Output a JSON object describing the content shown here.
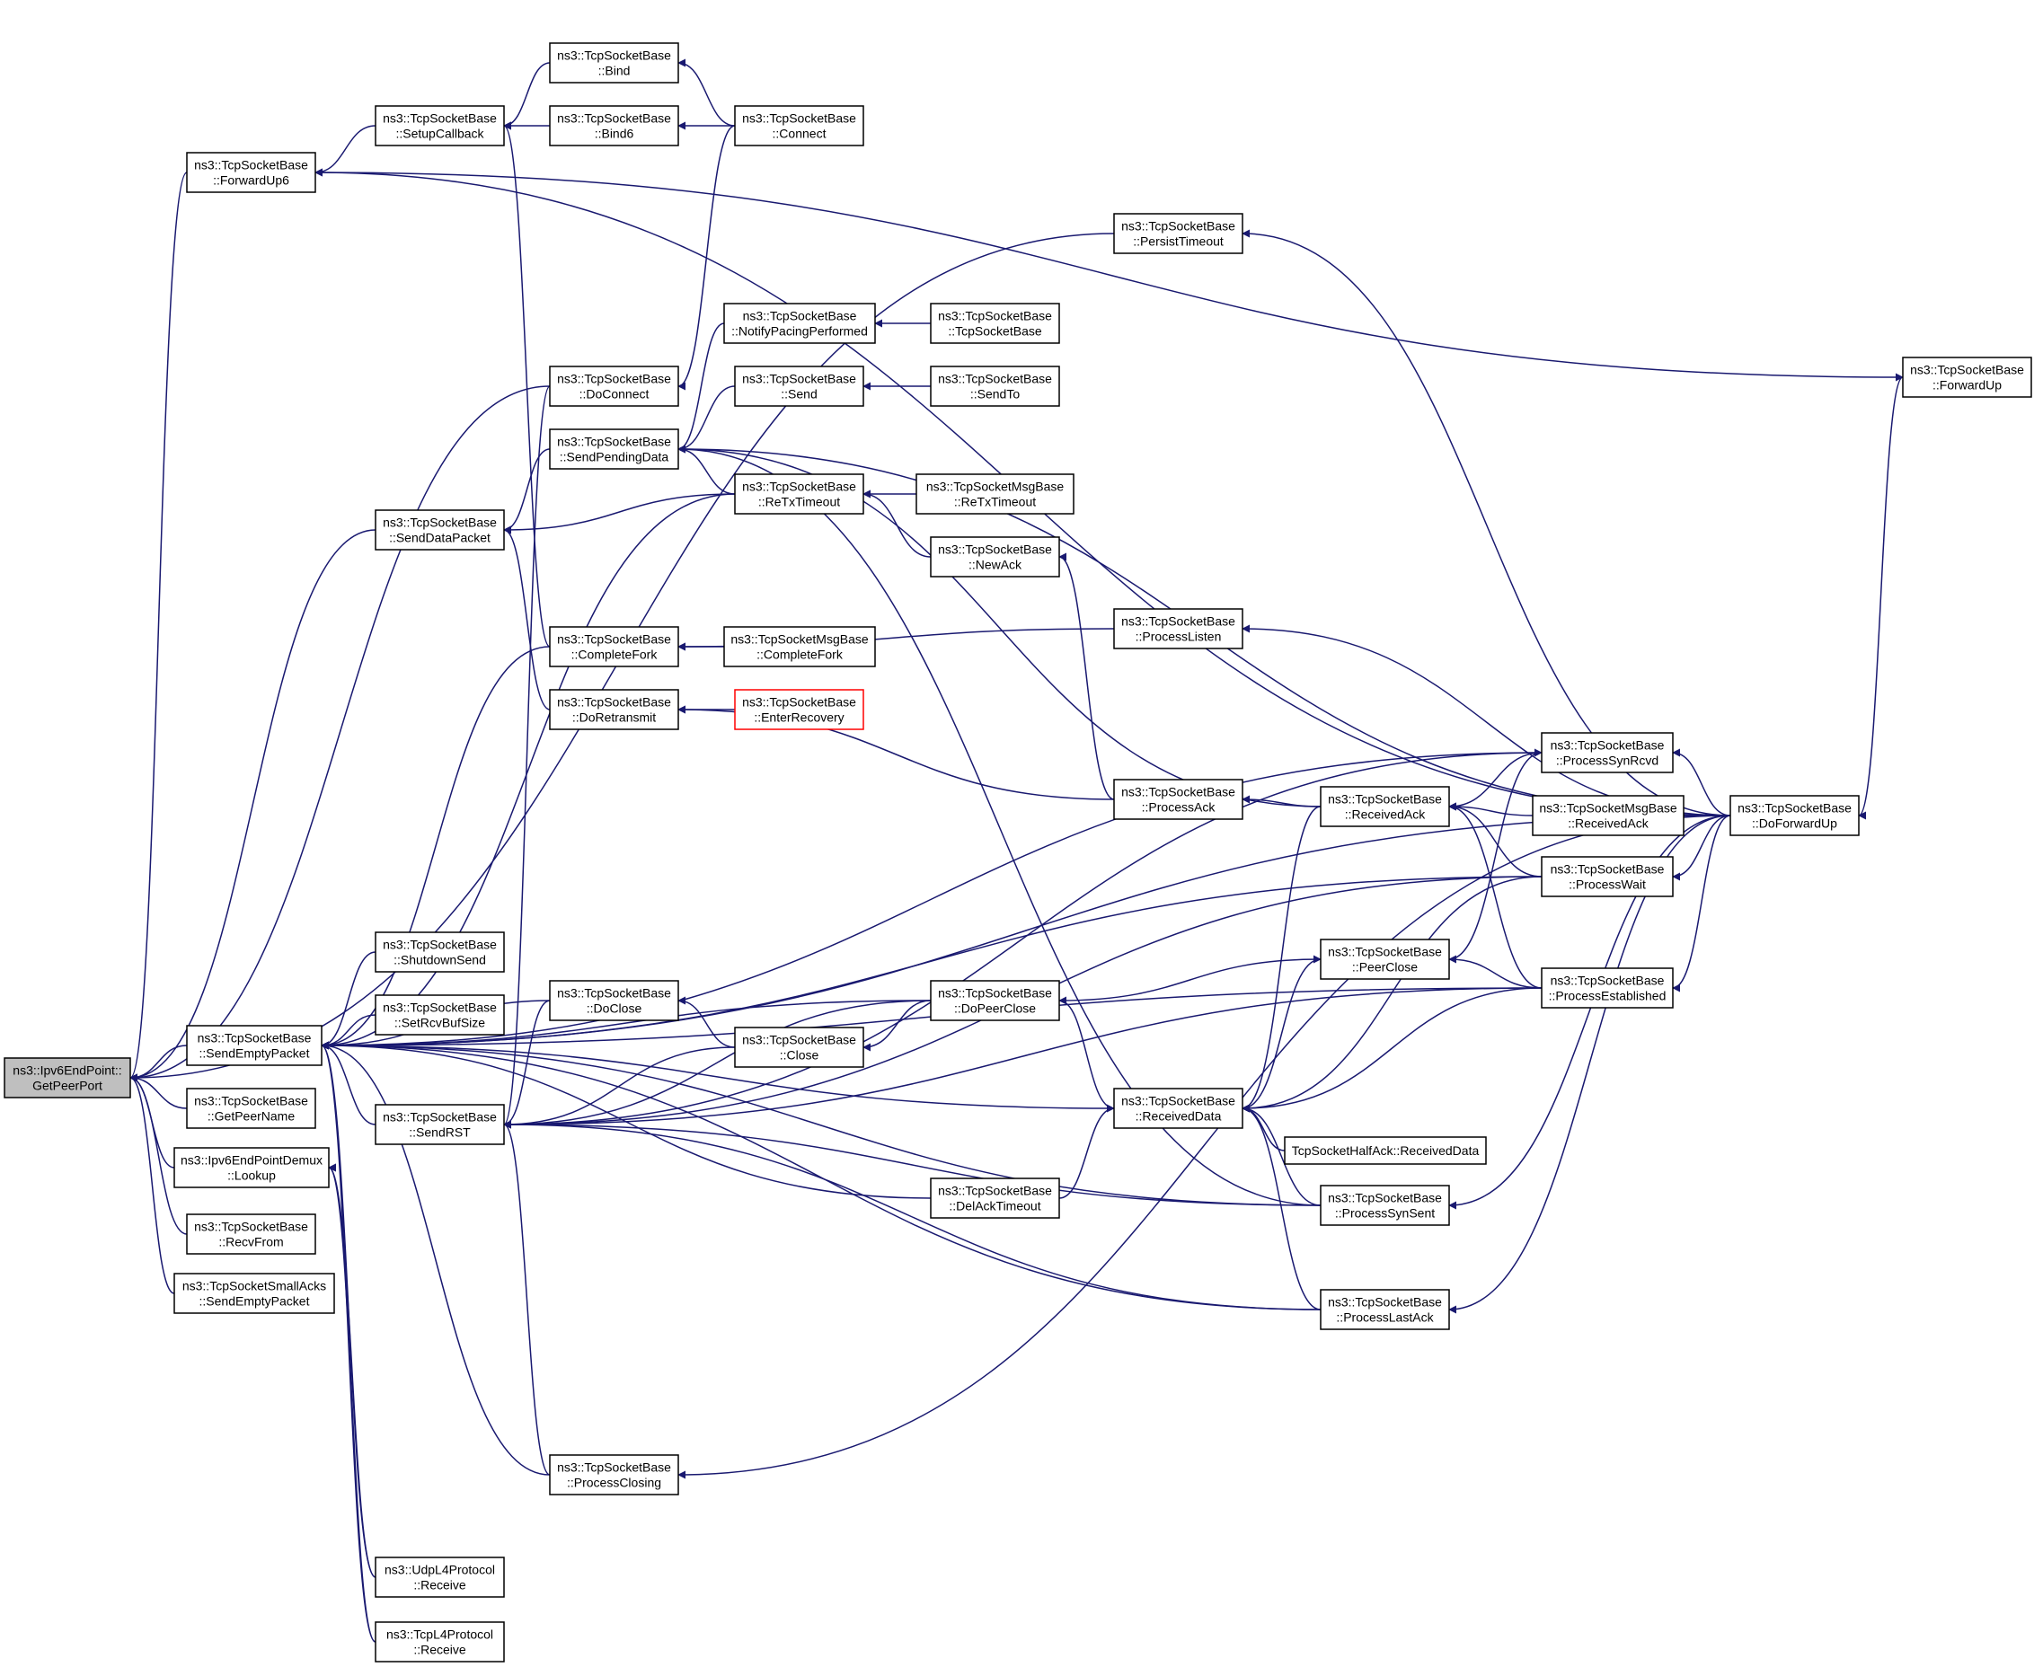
{
  "colors": {
    "edge": "#191970",
    "node_border": "#000000",
    "root_fill": "#bfbfbf",
    "highlight_border": "#ff0000",
    "background": "#ffffff"
  },
  "nodes": [
    {
      "id": "root",
      "lines": [
        "ns3::Ipv6EndPoint::",
        "GetPeerPort"
      ],
      "style": "root"
    },
    {
      "id": "fwdup6",
      "lines": [
        "ns3::TcpSocketBase",
        "::ForwardUp6"
      ]
    },
    {
      "id": "setupcb",
      "lines": [
        "ns3::TcpSocketBase",
        "::SetupCallback"
      ]
    },
    {
      "id": "bind",
      "lines": [
        "ns3::TcpSocketBase",
        "::Bind"
      ]
    },
    {
      "id": "bind6",
      "lines": [
        "ns3::TcpSocketBase",
        "::Bind6"
      ]
    },
    {
      "id": "connect",
      "lines": [
        "ns3::TcpSocketBase",
        "::Connect"
      ]
    },
    {
      "id": "persist",
      "lines": [
        "ns3::TcpSocketBase",
        "::PersistTimeout"
      ]
    },
    {
      "id": "notifypacing",
      "lines": [
        "ns3::TcpSocketBase",
        "::NotifyPacingPerformed"
      ]
    },
    {
      "id": "ctor",
      "lines": [
        "ns3::TcpSocketBase",
        "::TcpSocketBase"
      ]
    },
    {
      "id": "fwdup",
      "lines": [
        "ns3::TcpSocketBase",
        "::ForwardUp"
      ]
    },
    {
      "id": "doconnect",
      "lines": [
        "ns3::TcpSocketBase",
        "::DoConnect"
      ]
    },
    {
      "id": "send",
      "lines": [
        "ns3::TcpSocketBase",
        "::Send"
      ]
    },
    {
      "id": "sendto",
      "lines": [
        "ns3::TcpSocketBase",
        "::SendTo"
      ]
    },
    {
      "id": "sendpending",
      "lines": [
        "ns3::TcpSocketBase",
        "::SendPendingData"
      ]
    },
    {
      "id": "retx",
      "lines": [
        "ns3::TcpSocketBase",
        "::ReTxTimeout"
      ]
    },
    {
      "id": "msgretx",
      "lines": [
        "ns3::TcpSocketMsgBase",
        "::ReTxTimeout"
      ]
    },
    {
      "id": "senddata",
      "lines": [
        "ns3::TcpSocketBase",
        "::SendDataPacket"
      ]
    },
    {
      "id": "newack",
      "lines": [
        "ns3::TcpSocketBase",
        "::NewAck"
      ]
    },
    {
      "id": "completefork",
      "lines": [
        "ns3::TcpSocketBase",
        "::CompleteFork"
      ]
    },
    {
      "id": "msgcompletefork",
      "lines": [
        "ns3::TcpSocketMsgBase",
        "::CompleteFork"
      ]
    },
    {
      "id": "processlisten",
      "lines": [
        "ns3::TcpSocketBase",
        "::ProcessListen"
      ]
    },
    {
      "id": "doretransmit",
      "lines": [
        "ns3::TcpSocketBase",
        "::DoRetransmit"
      ]
    },
    {
      "id": "enterrecovery",
      "lines": [
        "ns3::TcpSocketBase",
        "::EnterRecovery"
      ],
      "style": "red"
    },
    {
      "id": "synrcvd",
      "lines": [
        "ns3::TcpSocketBase",
        "::ProcessSynRcvd"
      ]
    },
    {
      "id": "processack",
      "lines": [
        "ns3::TcpSocketBase",
        "::ProcessAck"
      ]
    },
    {
      "id": "receivedack",
      "lines": [
        "ns3::TcpSocketBase",
        "::ReceivedAck"
      ]
    },
    {
      "id": "msgreceivedack",
      "lines": [
        "ns3::TcpSocketMsgBase",
        "::ReceivedAck"
      ]
    },
    {
      "id": "doforwardup",
      "lines": [
        "ns3::TcpSocketBase",
        "::DoForwardUp"
      ]
    },
    {
      "id": "processwait",
      "lines": [
        "ns3::TcpSocketBase",
        "::ProcessWait"
      ]
    },
    {
      "id": "shutdownsend",
      "lines": [
        "ns3::TcpSocketBase",
        "::ShutdownSend"
      ]
    },
    {
      "id": "peerclose",
      "lines": [
        "ns3::TcpSocketBase",
        "::PeerClose"
      ]
    },
    {
      "id": "established",
      "lines": [
        "ns3::TcpSocketBase",
        "::ProcessEstablished"
      ]
    },
    {
      "id": "docloseN",
      "lines": [
        "ns3::TcpSocketBase",
        "::DoClose"
      ]
    },
    {
      "id": "dopeerclose",
      "lines": [
        "ns3::TcpSocketBase",
        "::DoPeerClose"
      ]
    },
    {
      "id": "setrcvbuf",
      "lines": [
        "ns3::TcpSocketBase",
        "::SetRcvBufSize"
      ]
    },
    {
      "id": "sendempty",
      "lines": [
        "ns3::TcpSocketBase",
        "::SendEmptyPacket"
      ]
    },
    {
      "id": "close",
      "lines": [
        "ns3::TcpSocketBase",
        "::Close"
      ]
    },
    {
      "id": "getpeername",
      "lines": [
        "ns3::TcpSocketBase",
        "::GetPeerName"
      ]
    },
    {
      "id": "receiveddata",
      "lines": [
        "ns3::TcpSocketBase",
        "::ReceivedData"
      ]
    },
    {
      "id": "sendrst",
      "lines": [
        "ns3::TcpSocketBase",
        "::SendRST"
      ]
    },
    {
      "id": "lookup",
      "lines": [
        "ns3::Ipv6EndPointDemux",
        "::Lookup"
      ]
    },
    {
      "id": "halfack",
      "lines": [
        "TcpSocketHalfAck::ReceivedData"
      ]
    },
    {
      "id": "delack",
      "lines": [
        "ns3::TcpSocketBase",
        "::DelAckTimeout"
      ]
    },
    {
      "id": "synsent",
      "lines": [
        "ns3::TcpSocketBase",
        "::ProcessSynSent"
      ]
    },
    {
      "id": "recvfrom",
      "lines": [
        "ns3::TcpSocketBase",
        "::RecvFrom"
      ]
    },
    {
      "id": "smallacks",
      "lines": [
        "ns3::TcpSocketSmallAcks",
        "::SendEmptyPacket"
      ]
    },
    {
      "id": "lastack",
      "lines": [
        "ns3::TcpSocketBase",
        "::ProcessLastAck"
      ]
    },
    {
      "id": "closing",
      "lines": [
        "ns3::TcpSocketBase",
        "::ProcessClosing"
      ]
    },
    {
      "id": "udprecv",
      "lines": [
        "ns3::UdpL4Protocol",
        "::Receive"
      ]
    },
    {
      "id": "tcprecv",
      "lines": [
        "ns3::TcpL4Protocol",
        "::Receive"
      ]
    }
  ],
  "edges": [
    [
      "fwdup6",
      "root"
    ],
    [
      "persist",
      "root"
    ],
    [
      "doconnect",
      "root"
    ],
    [
      "senddata",
      "root"
    ],
    [
      "sendempty",
      "root"
    ],
    [
      "getpeername",
      "root"
    ],
    [
      "lookup",
      "root"
    ],
    [
      "recvfrom",
      "root"
    ],
    [
      "smallacks",
      "root"
    ],
    [
      "setupcb",
      "fwdup6"
    ],
    [
      "bind",
      "setupcb"
    ],
    [
      "bind6",
      "setupcb"
    ],
    [
      "connect",
      "bind"
    ],
    [
      "connect",
      "bind6"
    ],
    [
      "completefork",
      "setupcb"
    ],
    [
      "doforwardup",
      "fwdup6"
    ],
    [
      "doforwardup",
      "persist"
    ],
    [
      "fwdup",
      "doforwardup"
    ],
    [
      "fwdup6",
      "fwdup"
    ],
    [
      "connect",
      "doconnect"
    ],
    [
      "notifypacing",
      "sendpending"
    ],
    [
      "send",
      "sendpending"
    ],
    [
      "ctor",
      "notifypacing"
    ],
    [
      "sendto",
      "send"
    ],
    [
      "retx",
      "sendpending"
    ],
    [
      "receivedack",
      "sendpending"
    ],
    [
      "synsent",
      "sendpending"
    ],
    [
      "doforwardup",
      "sendpending"
    ],
    [
      "sendpending",
      "senddata"
    ],
    [
      "retx",
      "senddata"
    ],
    [
      "doretransmit",
      "senddata"
    ],
    [
      "msgretx",
      "retx"
    ],
    [
      "newack",
      "retx"
    ],
    [
      "processack",
      "newack"
    ],
    [
      "msgcompletefork",
      "completefork"
    ],
    [
      "processlisten",
      "completefork"
    ],
    [
      "doforwardup",
      "processlisten"
    ],
    [
      "enterrecovery",
      "doretransmit"
    ],
    [
      "processack",
      "doretransmit"
    ],
    [
      "receivedack",
      "processack"
    ],
    [
      "synrcvd",
      "receivedack"
    ],
    [
      "msgreceivedack",
      "receivedack"
    ],
    [
      "processwait",
      "receivedack"
    ],
    [
      "established",
      "receivedack"
    ],
    [
      "doforwardup",
      "synrcvd"
    ],
    [
      "doforwardup",
      "processwait"
    ],
    [
      "doforwardup",
      "established"
    ],
    [
      "doforwardup",
      "synsent"
    ],
    [
      "doforwardup",
      "lastack"
    ],
    [
      "doforwardup",
      "closing"
    ],
    [
      "peerclose",
      "synrcvd"
    ],
    [
      "established",
      "peerclose"
    ],
    [
      "dopeerclose",
      "peerclose"
    ],
    [
      "receiveddata",
      "dopeerclose"
    ],
    [
      "delack",
      "receiveddata"
    ],
    [
      "halfack",
      "receiveddata"
    ],
    [
      "established",
      "receiveddata"
    ],
    [
      "synsent",
      "receiveddata"
    ],
    [
      "lastack",
      "receiveddata"
    ],
    [
      "peerclose",
      "receiveddata"
    ],
    [
      "processwait",
      "receiveddata"
    ],
    [
      "receivedack",
      "receiveddata"
    ],
    [
      "shutdownsend",
      "sendempty"
    ],
    [
      "setrcvbuf",
      "sendempty"
    ],
    [
      "docloseN",
      "sendempty"
    ],
    [
      "sendrst",
      "sendempty"
    ],
    [
      "retx",
      "sendempty"
    ],
    [
      "completefork",
      "sendempty"
    ],
    [
      "synrcvd",
      "sendempty"
    ],
    [
      "processwait",
      "sendempty"
    ],
    [
      "dopeerclose",
      "sendempty"
    ],
    [
      "receiveddata",
      "sendempty"
    ],
    [
      "delack",
      "sendempty"
    ],
    [
      "synsent",
      "sendempty"
    ],
    [
      "lastack",
      "sendempty"
    ],
    [
      "established",
      "sendempty"
    ],
    [
      "closing",
      "sendempty"
    ],
    [
      "doforwardup",
      "sendempty"
    ],
    [
      "udprecv",
      "sendempty"
    ],
    [
      "tcprecv",
      "sendempty"
    ],
    [
      "close",
      "docloseN"
    ],
    [
      "dopeerclose",
      "close"
    ],
    [
      "docloseN",
      "sendrst"
    ],
    [
      "close",
      "sendrst"
    ],
    [
      "doconnect",
      "sendrst"
    ],
    [
      "synrcvd",
      "sendrst"
    ],
    [
      "processwait",
      "sendrst"
    ],
    [
      "established",
      "sendrst"
    ],
    [
      "synsent",
      "sendrst"
    ],
    [
      "lastack",
      "sendrst"
    ],
    [
      "closing",
      "sendrst"
    ],
    [
      "dopeerclose",
      "sendrst"
    ],
    [
      "udprecv",
      "lookup"
    ],
    [
      "tcprecv",
      "lookup"
    ]
  ]
}
